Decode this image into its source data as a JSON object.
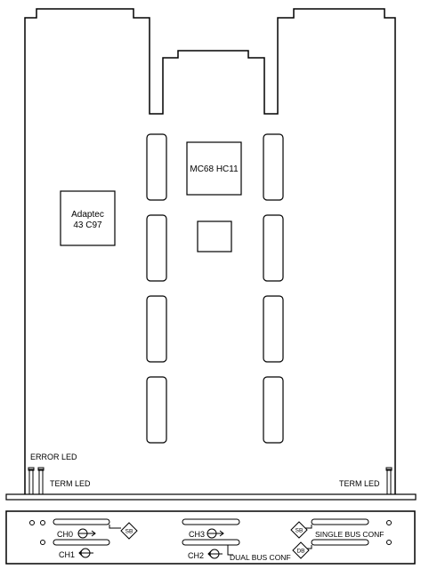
{
  "board": {
    "chips": {
      "mcu": "MC68 HC11",
      "scsi_line1": "Adaptec",
      "scsi_line2": "43 C97"
    },
    "leds": {
      "error": "ERROR  LED",
      "term_left": "TERM LED",
      "term_right": "TERM LED"
    }
  },
  "panel": {
    "ch0": "CH0",
    "ch1": "CH1",
    "ch2": "CH2",
    "ch3": "CH3",
    "sb_left": "SB",
    "sb_right": "SB",
    "db": "DB",
    "dual_bus": "DUAL BUS CONF",
    "single_bus": "SINGLE BUS CONF"
  },
  "colors": {
    "line": "#000000",
    "background": "#ffffff"
  }
}
